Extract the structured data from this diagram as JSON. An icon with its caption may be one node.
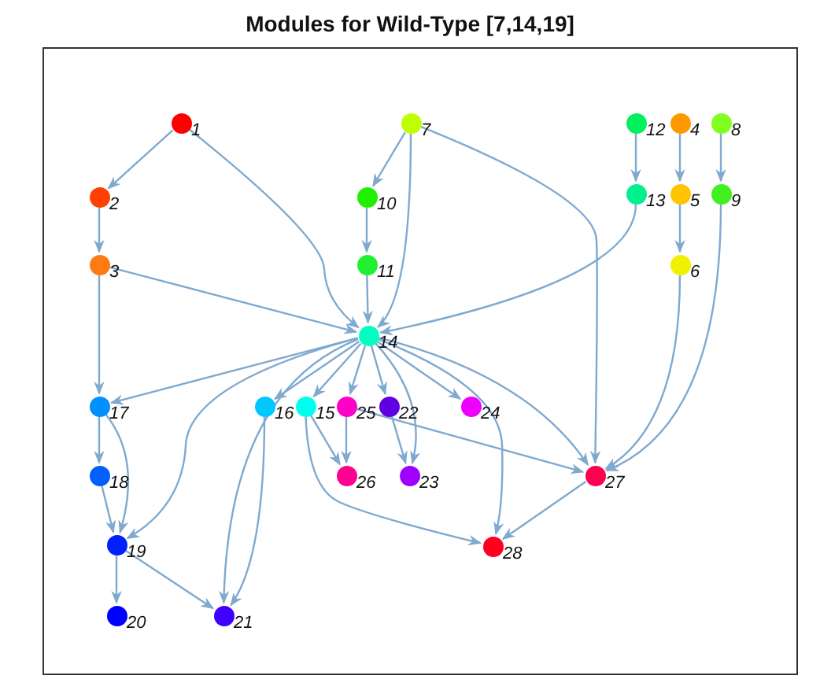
{
  "diagram": {
    "title": "Modules for Wild-Type [7,14,19]",
    "nodes": [
      {
        "text": [],
        "shape": "circle",
        "beside": [
          "1"
        ]
      },
      {
        "text": [],
        "shape": "circle",
        "beside": [
          "2"
        ]
      },
      {
        "text": [],
        "shape": "circle",
        "beside": [
          "3"
        ]
      },
      {
        "text": [],
        "shape": "circle",
        "beside": [
          "4"
        ]
      },
      {
        "text": [],
        "shape": "circle",
        "beside": [
          "5"
        ]
      },
      {
        "text": [],
        "shape": "circle",
        "beside": [
          "6"
        ]
      },
      {
        "text": [],
        "shape": "circle",
        "beside": [
          "7"
        ]
      },
      {
        "text": [],
        "shape": "circle",
        "beside": [
          "8"
        ]
      },
      {
        "text": [],
        "shape": "circle",
        "beside": [
          "9"
        ]
      },
      {
        "text": [],
        "shape": "circle",
        "beside": [
          "10"
        ]
      },
      {
        "text": [],
        "shape": "circle",
        "beside": [
          "11"
        ]
      },
      {
        "text": [],
        "shape": "circle",
        "beside": [
          "12"
        ]
      },
      {
        "text": [],
        "shape": "circle",
        "beside": [
          "13"
        ]
      },
      {
        "text": [],
        "shape": "circle",
        "beside": [
          "14"
        ]
      },
      {
        "text": [],
        "shape": "circle",
        "beside": [
          "15"
        ]
      },
      {
        "text": [],
        "shape": "circle",
        "beside": [
          "16"
        ]
      },
      {
        "text": [],
        "shape": "circle",
        "beside": [
          "17"
        ]
      },
      {
        "text": [],
        "shape": "circle",
        "beside": [
          "18"
        ]
      },
      {
        "text": [],
        "shape": "circle",
        "beside": [
          "19"
        ]
      },
      {
        "text": [],
        "shape": "circle",
        "beside": [
          "20"
        ]
      },
      {
        "text": [],
        "shape": "circle",
        "beside": [
          "21"
        ]
      },
      {
        "text": [],
        "shape": "circle",
        "beside": [
          "22"
        ]
      },
      {
        "text": [],
        "shape": "circle",
        "beside": [
          "23"
        ]
      },
      {
        "text": [],
        "shape": "circle",
        "beside": [
          "24"
        ]
      },
      {
        "text": [],
        "shape": "circle",
        "beside": [
          "25"
        ]
      },
      {
        "text": [],
        "shape": "circle",
        "beside": [
          "26"
        ]
      },
      {
        "text": [],
        "shape": "circle",
        "beside": [
          "27"
        ]
      },
      {
        "text": [],
        "shape": "circle",
        "beside": [
          "28"
        ]
      }
    ],
    "edges": [
      {
        "from": 0,
        "to": 1,
        "arrow": "to"
      },
      {
        "from": 0,
        "to": 13,
        "arrow": "to"
      },
      {
        "from": 1,
        "to": 2,
        "arrow": "to"
      },
      {
        "from": 2,
        "to": 13,
        "arrow": "to"
      },
      {
        "from": 2,
        "to": 16,
        "arrow": "to"
      },
      {
        "from": 6,
        "to": 9,
        "arrow": "to"
      },
      {
        "from": 6,
        "to": 13,
        "arrow": "to"
      },
      {
        "from": 6,
        "to": 26,
        "arrow": "to"
      },
      {
        "from": 9,
        "to": 10,
        "arrow": "to"
      },
      {
        "from": 10,
        "to": 13,
        "arrow": "to"
      },
      {
        "from": 11,
        "to": 12,
        "arrow": "to"
      },
      {
        "from": 12,
        "to": 13,
        "arrow": "to"
      },
      {
        "from": 3,
        "to": 4,
        "arrow": "to"
      },
      {
        "from": 4,
        "to": 5,
        "arrow": "to"
      },
      {
        "from": 5,
        "to": 26,
        "arrow": "to"
      },
      {
        "from": 7,
        "to": 8,
        "arrow": "to"
      },
      {
        "from": 8,
        "to": 26,
        "arrow": "to"
      },
      {
        "from": 13,
        "to": 16,
        "arrow": "to"
      },
      {
        "from": 13,
        "to": 18,
        "arrow": "to"
      },
      {
        "from": 13,
        "to": 20,
        "arrow": "to"
      },
      {
        "from": 13,
        "to": 15,
        "arrow": "to"
      },
      {
        "from": 13,
        "to": 14,
        "arrow": "to"
      },
      {
        "from": 13,
        "to": 24,
        "arrow": "to"
      },
      {
        "from": 13,
        "to": 21,
        "arrow": "to"
      },
      {
        "from": 13,
        "to": 22,
        "arrow": "to"
      },
      {
        "from": 13,
        "to": 23,
        "arrow": "to"
      },
      {
        "from": 13,
        "to": 26,
        "arrow": "to"
      },
      {
        "from": 13,
        "to": 27,
        "arrow": "to"
      },
      {
        "from": 15,
        "to": 20,
        "arrow": "to"
      },
      {
        "from": 14,
        "to": 25,
        "arrow": "to"
      },
      {
        "from": 14,
        "to": 27,
        "arrow": "to"
      },
      {
        "from": 24,
        "to": 26,
        "arrow": "to"
      },
      {
        "from": 24,
        "to": 25,
        "arrow": "to"
      },
      {
        "from": 21,
        "to": 22,
        "arrow": "to"
      },
      {
        "from": 16,
        "to": 17,
        "arrow": "to"
      },
      {
        "from": 16,
        "to": 18,
        "arrow": "to"
      },
      {
        "from": 17,
        "to": 18,
        "arrow": "to"
      },
      {
        "from": 18,
        "to": 19,
        "arrow": "to"
      },
      {
        "from": 18,
        "to": 20,
        "arrow": "to"
      },
      {
        "from": 26,
        "to": 27,
        "arrow": "to"
      }
    ]
  }
}
